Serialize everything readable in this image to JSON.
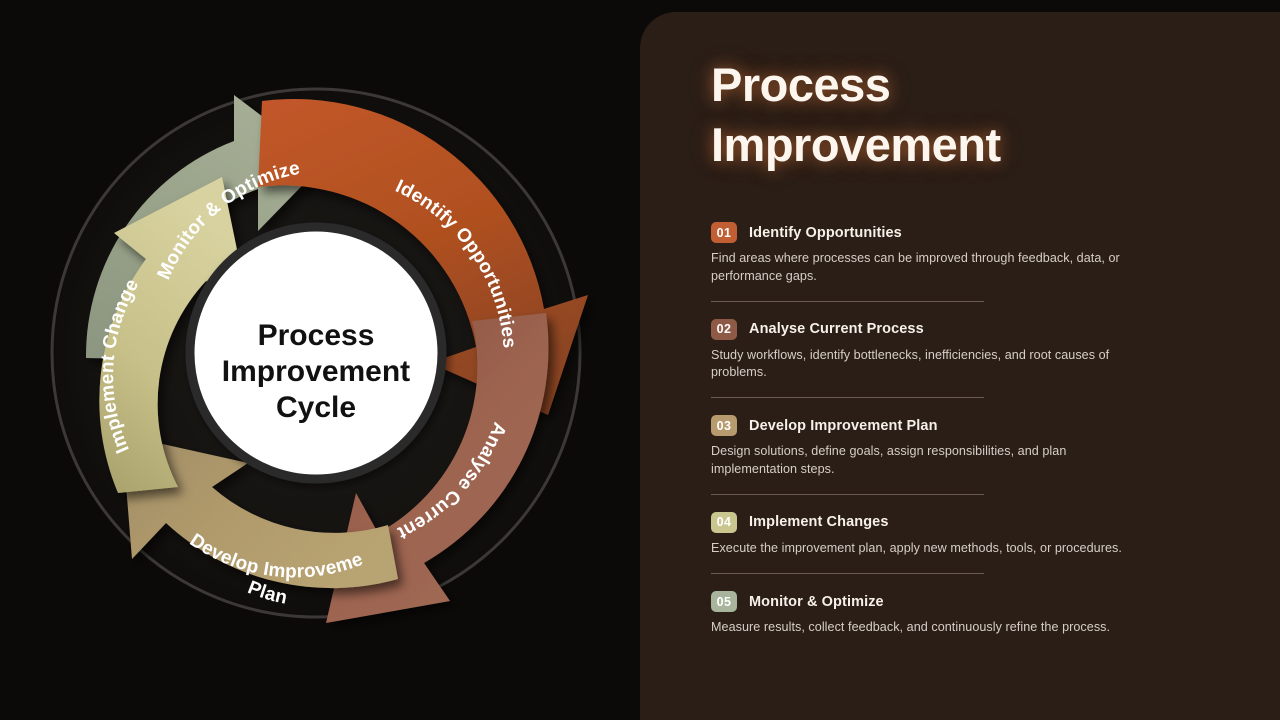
{
  "page": {
    "background_color": "#0c0a09",
    "panel_color": "#2a1e17"
  },
  "header": {
    "title": "Process\nImprovement"
  },
  "diagram": {
    "center_label_lines": [
      "Process",
      "Improvement",
      "Cycle"
    ],
    "center_label": "Process Improvement Cycle",
    "ring_outline_color": "#2d2a28",
    "segments": [
      {
        "id": "identify",
        "label": "Identify Opportunities",
        "color": "#b8562c"
      },
      {
        "id": "analyse",
        "label": "Analyse Current Process",
        "color": "#9a604a"
      },
      {
        "id": "develop",
        "label": "Develop Improvement\nPlan",
        "color": "#ab9264",
        "label_line1": "Develop Improvement",
        "label_line2": "Plan"
      },
      {
        "id": "implement",
        "label": "Implement Changes",
        "color": "#cdc78c"
      },
      {
        "id": "monitor",
        "label": "Monitor & Optimize",
        "color": "#97a187"
      }
    ]
  },
  "steps": [
    {
      "number": "01",
      "badge_color": "#c25e33",
      "title": "Identify Opportunities",
      "description": "Find areas where processes can be improved through feedback, data, or performance gaps."
    },
    {
      "number": "02",
      "badge_color": "#8e5a45",
      "title": "Analyse Current Process",
      "description": "Study workflows, identify bottlenecks, inefficiencies, and root causes of problems."
    },
    {
      "number": "03",
      "badge_color": "#b79b6e",
      "title": "Develop Improvement Plan",
      "description": "Design solutions, define goals, assign responsibilities, and plan implementation steps."
    },
    {
      "number": "04",
      "badge_color": "#c9c78f",
      "title": "Implement Changes",
      "description": "Execute the improvement plan, apply new methods, tools, or procedures."
    },
    {
      "number": "05",
      "badge_color": "#a8b59c",
      "title": "Monitor & Optimize",
      "description": "Measure results, collect feedback, and continuously refine the process."
    }
  ]
}
